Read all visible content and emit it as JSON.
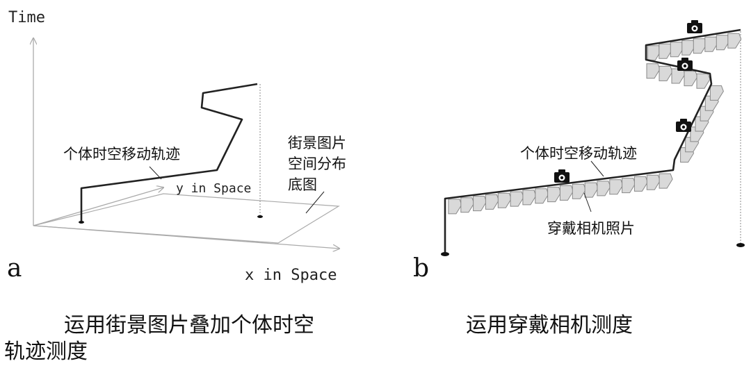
{
  "panel_a": {
    "label": "a",
    "axis_time": "Time",
    "axis_x": "x in Space",
    "axis_y": "y in Space",
    "trajectory_label": "个体时空移动轨迹",
    "basemap_label_lines": [
      "街景图片",
      "空间分布",
      "底图"
    ]
  },
  "panel_b": {
    "label": "b",
    "trajectory_label": "个体时空移动轨迹",
    "photos_label": "穿戴相机照片"
  },
  "captions": {
    "a_line1": "运用街景图片叠加个体时空",
    "a_line2": "轨迹测度",
    "b": "运用穿戴相机测度"
  },
  "icons": {
    "camera": "camera-icon",
    "photo": "photo-frame-icon"
  },
  "colors": {
    "line": "#222222",
    "light_line": "#aaaaaa",
    "photo_fill": "#d9d9d9",
    "photo_stroke": "#888888"
  }
}
